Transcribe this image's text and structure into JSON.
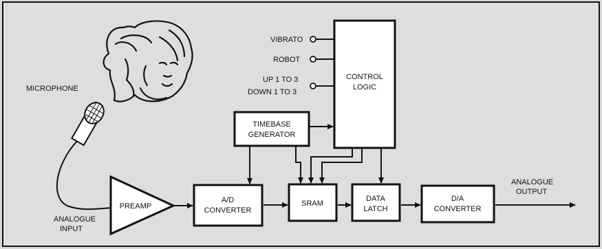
{
  "labels": {
    "microphone": "MICROPHONE",
    "analogue_input_1": "ANALOGUE",
    "analogue_input_2": "INPUT",
    "analogue_output_1": "ANALOGUE",
    "analogue_output_2": "OUTPUT",
    "vibrato": "VIBRATO",
    "robot": "ROBOT",
    "up": "UP 1 TO 3",
    "down": "DOWN 1 TO 3"
  },
  "blocks": {
    "preamp": "PREAMP",
    "ad_1": "A/D",
    "ad_2": "CONVERTER",
    "sram": "SRAM",
    "latch_1": "DATA",
    "latch_2": "LATCH",
    "da_1": "D/A",
    "da_2": "CONVERTER",
    "timebase_1": "TIMEBASE",
    "timebase_2": "GENERATOR",
    "control_1": "CONTROL",
    "control_2": "LOGIC"
  },
  "icons": [
    "woman-face-illustration",
    "microphone-icon"
  ]
}
